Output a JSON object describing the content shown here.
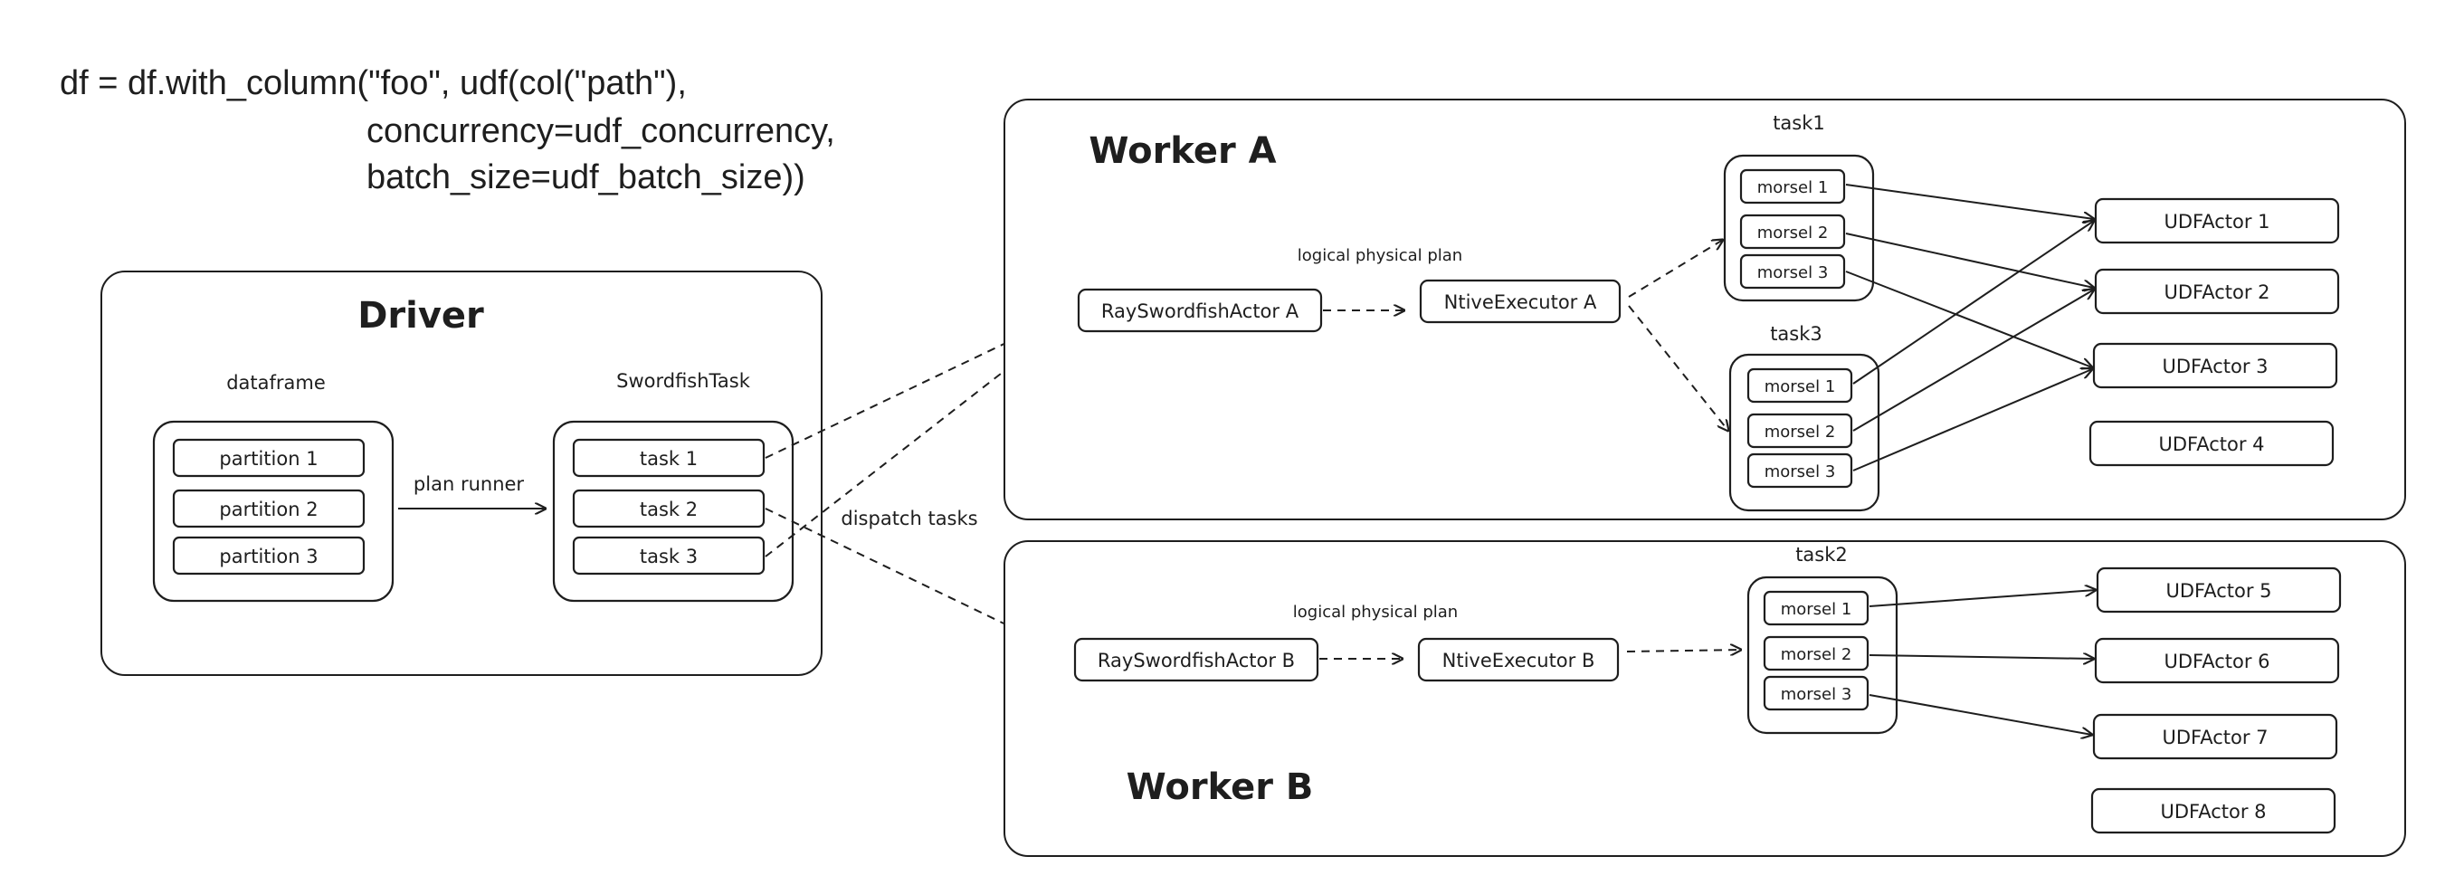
{
  "code": {
    "line1": "df = df.with_column(\"foo\", udf(col(\"path\"),",
    "line2": "concurrency=udf_concurrency,",
    "line3": "batch_size=udf_batch_size))"
  },
  "driver": {
    "title": "Driver",
    "dataframe_label": "dataframe",
    "partitions": [
      "partition 1",
      "partition 2",
      "partition 3"
    ],
    "plan_runner": "plan runner",
    "swordfish_label": "SwordfishTask",
    "tasks": [
      "task 1",
      "task 2",
      "task 3"
    ]
  },
  "dispatch_label": "dispatch tasks",
  "worker_a": {
    "title": "Worker A",
    "plan_label": "logical physical plan",
    "actor": "RaySwordfishActor A",
    "executor": "NtiveExecutor A",
    "task1_label": "task1",
    "task1_morsels": [
      "morsel 1",
      "morsel 2",
      "morsel 3"
    ],
    "task3_label": "task3",
    "task3_morsels": [
      "morsel 1",
      "morsel 2",
      "morsel 3"
    ],
    "udf_actors": [
      "UDFActor 1",
      "UDFActor 2",
      "UDFActor 3",
      "UDFActor 4"
    ]
  },
  "worker_b": {
    "title": "Worker B",
    "plan_label": "logical physical plan",
    "actor": "RaySwordfishActor B",
    "executor": "NtiveExecutor B",
    "task2_label": "task2",
    "task2_morsels": [
      "morsel 1",
      "morsel 2",
      "morsel 3"
    ],
    "udf_actors": [
      "UDFActor 5",
      "UDFActor 6",
      "UDFActor 7",
      "UDFActor 8"
    ]
  }
}
